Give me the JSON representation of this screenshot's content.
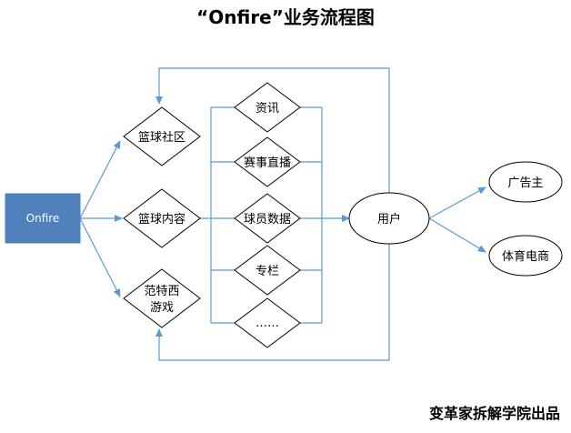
{
  "title": "“Onfire”业务流程图",
  "credit": "变革家拆解学院出品",
  "colors": {
    "source_fill": "#4f81bd",
    "connector": "#5b9bd5",
    "outline": "#000000"
  },
  "nodes": {
    "source": "Onfire",
    "community": "篮球社区",
    "content": "篮球内容",
    "game_line1": "范特西",
    "game_line2": "游戏",
    "news": "资讯",
    "live": "赛事直播",
    "player_data": "球员数据",
    "column": "专栏",
    "more": "……",
    "user": "用户",
    "advertiser": "广告主",
    "sports_ecommerce": "体育电商"
  }
}
